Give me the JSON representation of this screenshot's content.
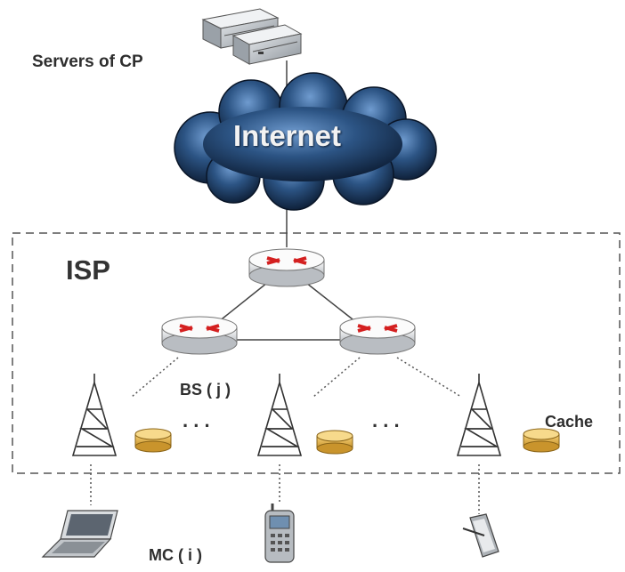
{
  "labels": {
    "servers": "Servers of CP",
    "internet": "Internet",
    "isp": "ISP",
    "base_station": "BS ( j )",
    "cache": "Cache",
    "mobile_client": "MC ( i )"
  },
  "ellipsis": ". . .",
  "colors": {
    "cloud": "#1d3d66",
    "router_arrow": "#d42020",
    "cache_disk": "#e8b84a",
    "tower": "#3a3a3a"
  },
  "icons": [
    "server-rack-icon",
    "cloud-icon",
    "router-icon",
    "cell-tower-icon",
    "cache-disk-icon",
    "laptop-icon",
    "mobile-phone-icon",
    "tablet-icon"
  ]
}
